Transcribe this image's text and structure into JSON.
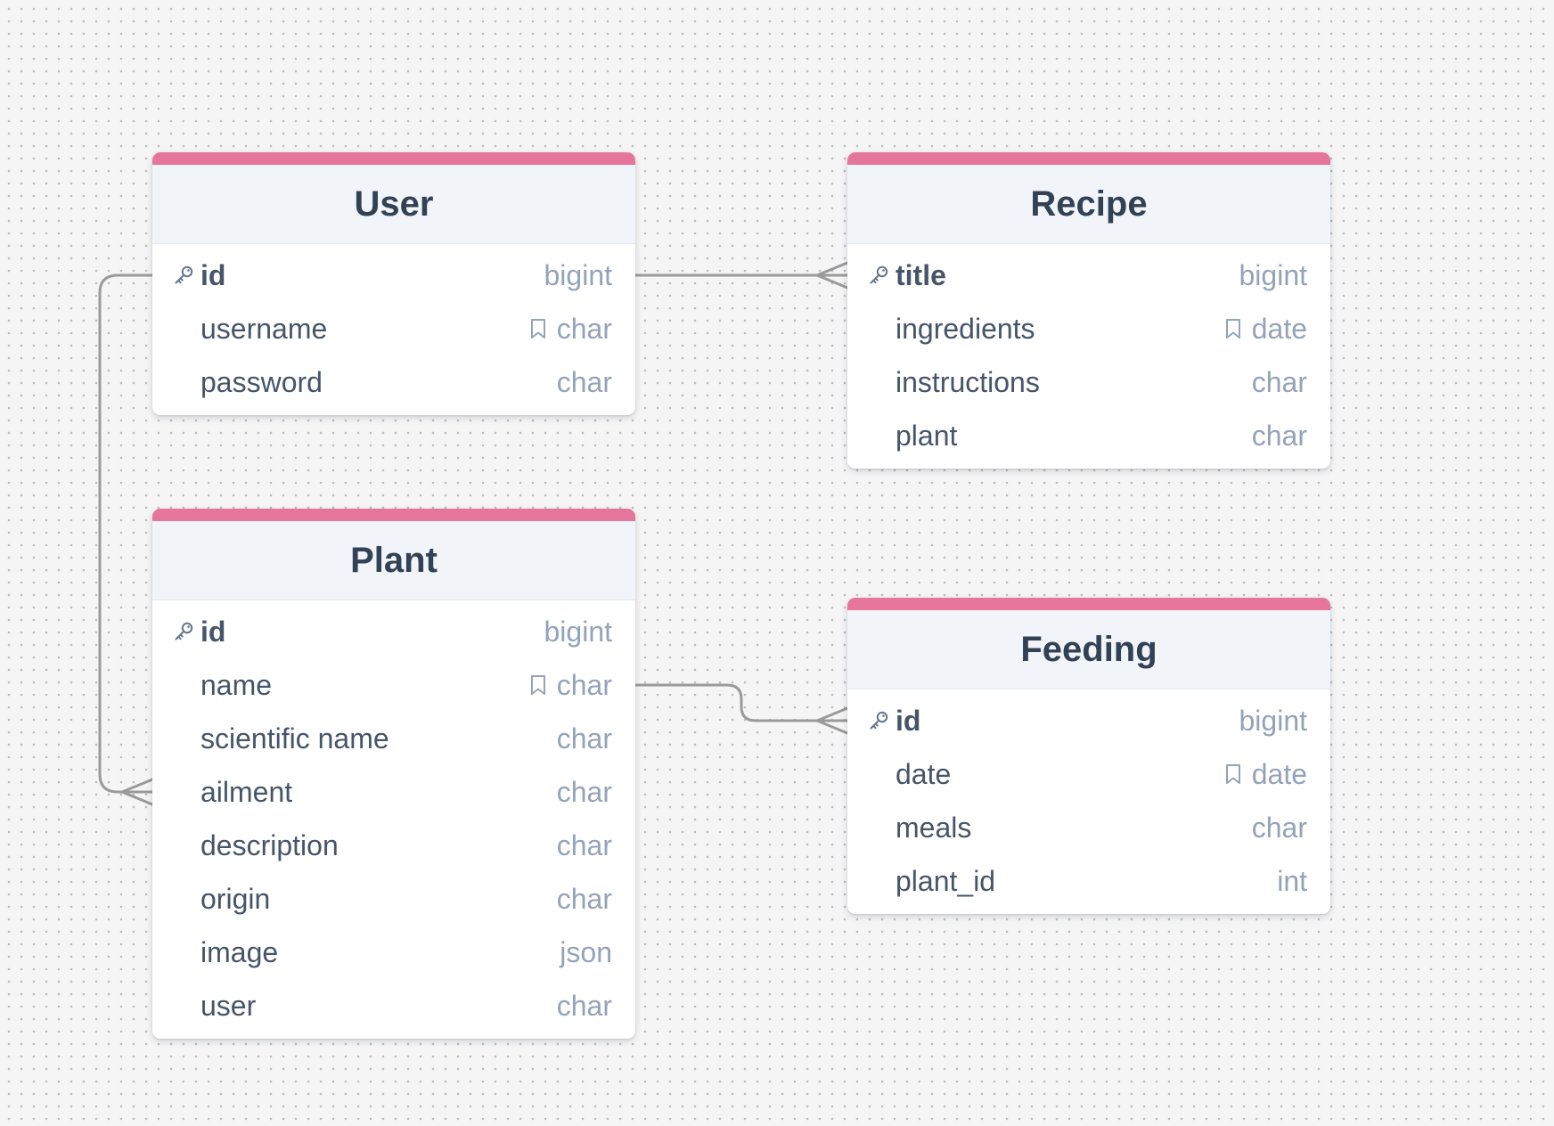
{
  "diagram": {
    "accent_color": "#e5759a",
    "connector_color": "#9a9a9a",
    "tables": [
      {
        "name": "User",
        "fields": [
          {
            "name": "id",
            "type": "bigint",
            "primary_key": true,
            "indexed": false
          },
          {
            "name": "username",
            "type": "char",
            "primary_key": false,
            "indexed": true
          },
          {
            "name": "password",
            "type": "char",
            "primary_key": false,
            "indexed": false
          }
        ]
      },
      {
        "name": "Recipe",
        "fields": [
          {
            "name": "title",
            "type": "bigint",
            "primary_key": true,
            "indexed": false
          },
          {
            "name": "ingredients",
            "type": "date",
            "primary_key": false,
            "indexed": true
          },
          {
            "name": "instructions",
            "type": "char",
            "primary_key": false,
            "indexed": false
          },
          {
            "name": "plant",
            "type": "char",
            "primary_key": false,
            "indexed": false
          }
        ]
      },
      {
        "name": "Plant",
        "fields": [
          {
            "name": "id",
            "type": "bigint",
            "primary_key": true,
            "indexed": false
          },
          {
            "name": "name",
            "type": "char",
            "primary_key": false,
            "indexed": true
          },
          {
            "name": "scientific name",
            "type": "char",
            "primary_key": false,
            "indexed": false
          },
          {
            "name": "ailment",
            "type": "char",
            "primary_key": false,
            "indexed": false
          },
          {
            "name": "description",
            "type": "char",
            "primary_key": false,
            "indexed": false
          },
          {
            "name": "origin",
            "type": "char",
            "primary_key": false,
            "indexed": false
          },
          {
            "name": "image",
            "type": "json",
            "primary_key": false,
            "indexed": false
          },
          {
            "name": "user",
            "type": "char",
            "primary_key": false,
            "indexed": false
          }
        ]
      },
      {
        "name": "Feeding",
        "fields": [
          {
            "name": "id",
            "type": "bigint",
            "primary_key": true,
            "indexed": false
          },
          {
            "name": "date",
            "type": "date",
            "primary_key": false,
            "indexed": true
          },
          {
            "name": "meals",
            "type": "char",
            "primary_key": false,
            "indexed": false
          },
          {
            "name": "plant_id",
            "type": "int",
            "primary_key": false,
            "indexed": false
          }
        ]
      }
    ],
    "relationships": [
      {
        "from_table": "User",
        "from_field": "id",
        "to_table": "Recipe",
        "to_field": "title",
        "cardinality": "one-to-many"
      },
      {
        "from_table": "User",
        "from_field": "id",
        "to_table": "Plant",
        "to_field": "ailment",
        "cardinality": "one-to-many"
      },
      {
        "from_table": "Plant",
        "from_field": "name",
        "to_table": "Feeding",
        "to_field": "id",
        "cardinality": "one-to-many"
      }
    ],
    "icons": {
      "primary_key": "key-icon",
      "index": "bookmark-icon"
    }
  }
}
